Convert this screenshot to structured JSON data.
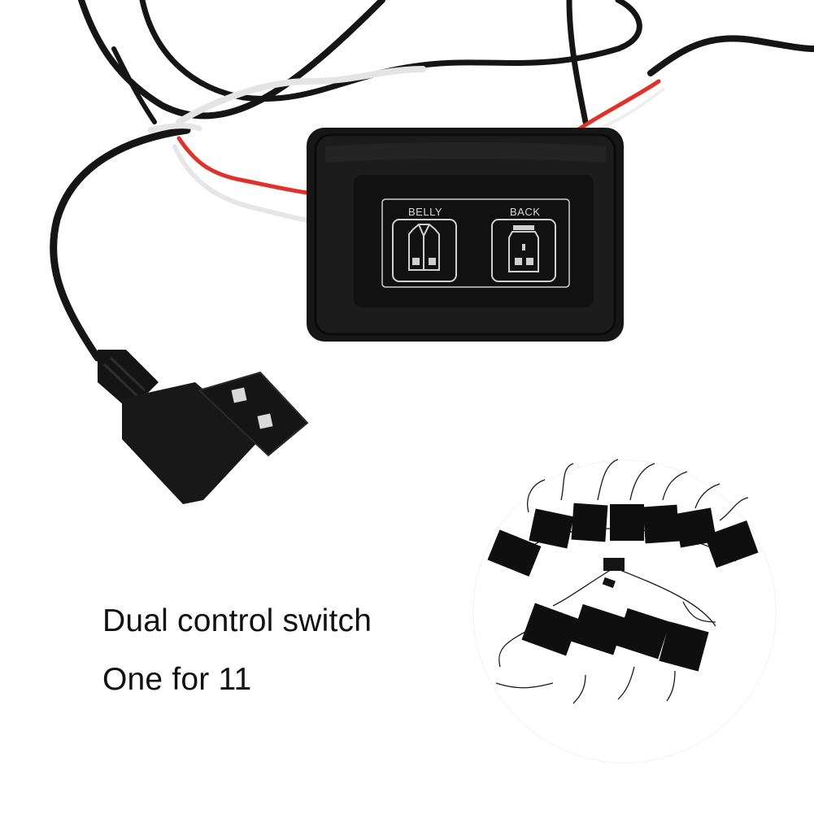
{
  "captions": {
    "line1": "Dual control switch",
    "line2": "One for 11"
  },
  "controller": {
    "left_label": "BELLY",
    "right_label": "BACK",
    "left_icon": "vest-front-icon",
    "right_icon": "vest-back-icon"
  },
  "inset": {
    "pad_count": 11
  },
  "colors": {
    "background": "#ffffff",
    "controller_body": "#171717",
    "panel_line": "#cfcfcf",
    "wire_black": "#151515",
    "wire_red": "#e0312b",
    "wire_white": "#e9e9e9"
  }
}
